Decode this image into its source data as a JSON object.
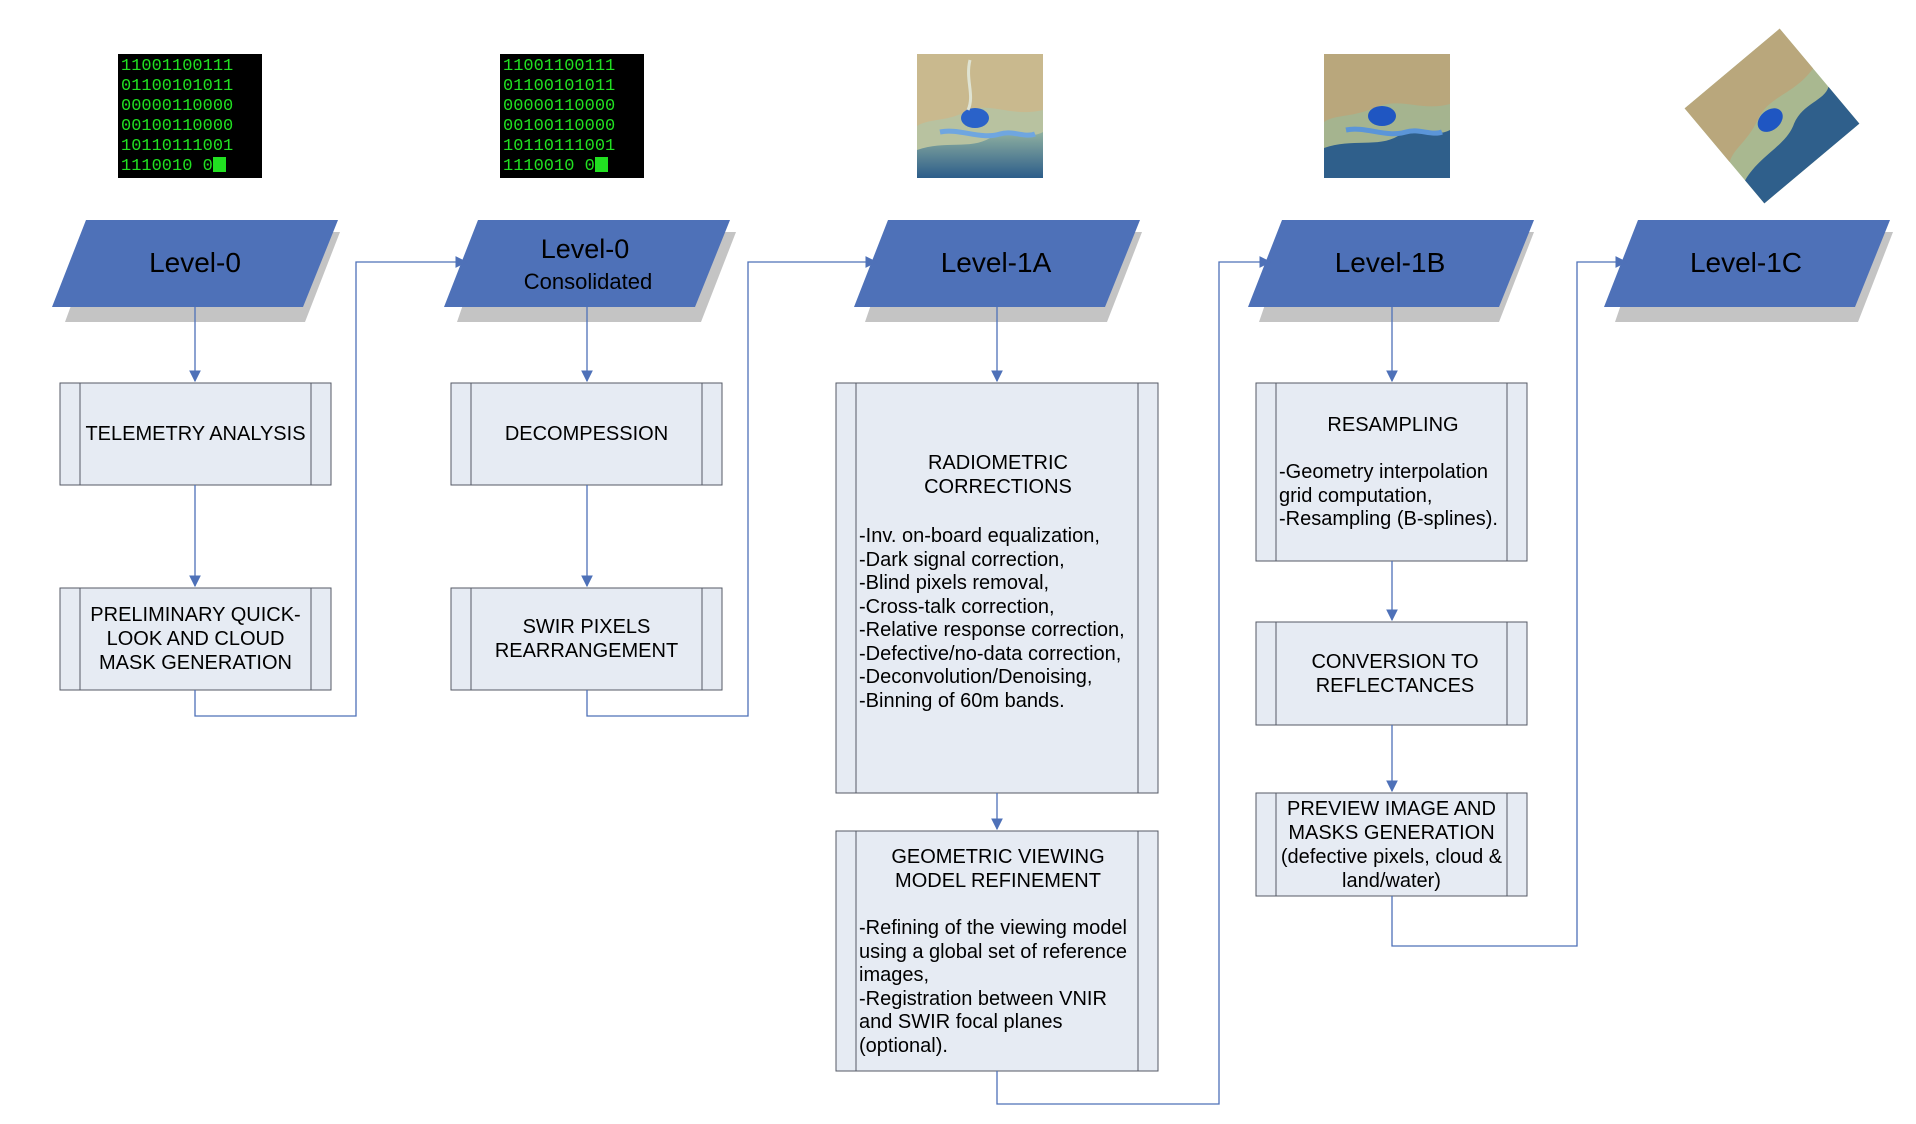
{
  "levels": [
    {
      "title": "Level-0",
      "subtitle": ""
    },
    {
      "title": "Level-0",
      "subtitle": "Consolidated"
    },
    {
      "title": "Level-1A",
      "subtitle": ""
    },
    {
      "title": "Level-1B",
      "subtitle": ""
    },
    {
      "title": "Level-1C",
      "subtitle": ""
    }
  ],
  "binary_rows": [
    "11001100111",
    "01100101011",
    "00000110000",
    "00100110000",
    "10110111001",
    "1110010 01"
  ],
  "colors": {
    "level_fill": "#4e71b8",
    "level_shadow": "#c4c4c4",
    "box_fill": "#e6ebf3",
    "box_stroke": "#555a66",
    "connector": "#4e71b8",
    "matrix_bg": "#000000",
    "matrix_fg": "#21e021"
  },
  "boxes": {
    "telemetry": {
      "title": "TELEMETRY ANALYSIS"
    },
    "quicklook": {
      "title": [
        "PRELIMINARY QUICK-",
        "LOOK AND CLOUD",
        "MASK GENERATION"
      ]
    },
    "decompression": {
      "title": "DECOMPESSION"
    },
    "swir": {
      "title": [
        "SWIR PIXELS",
        "REARRANGEMENT"
      ]
    },
    "radiometric": {
      "title": [
        "RADIOMETRIC",
        "CORRECTIONS"
      ],
      "items": [
        "-Inv. on-board equalization,",
        "-Dark signal correction,",
        "-Blind pixels removal,",
        "-Cross-talk correction,",
        "-Relative response correction,",
        "-Defective/no-data correction,",
        "-Deconvolution/Denoising,",
        "-Binning of 60m bands."
      ]
    },
    "geometric": {
      "title": [
        "GEOMETRIC VIEWING",
        "MODEL REFINEMENT"
      ],
      "items": [
        "-Refining of the viewing model",
        "using a global set of reference",
        "images,",
        "-Registration between VNIR",
        "and SWIR focal planes",
        "(optional)."
      ]
    },
    "resampling": {
      "title": "RESAMPLING",
      "items": [
        "-Geometry interpolation",
        "grid computation,",
        "-Resampling (B-splines)."
      ]
    },
    "reflectances": {
      "title": [
        "CONVERSION TO",
        "REFLECTANCES"
      ]
    },
    "preview": {
      "title": [
        "PREVIEW IMAGE AND",
        "MASKS GENERATION",
        "(defective pixels, cloud &",
        "land/water)"
      ]
    }
  }
}
